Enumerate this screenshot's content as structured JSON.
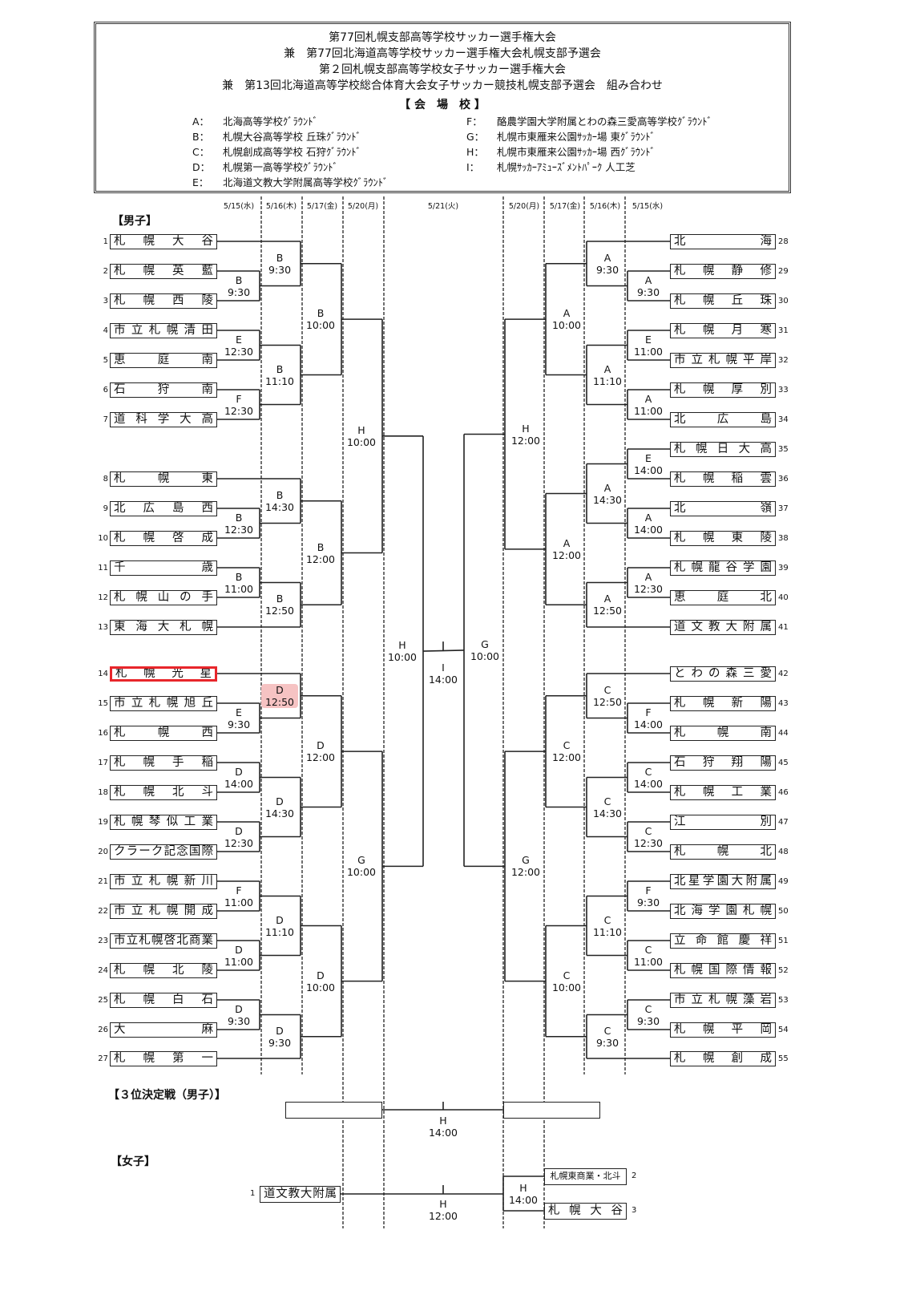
{
  "header": {
    "lines": [
      "第77回札幌支部高等学校サッカー選手権大会",
      "兼　第77回北海道高等学校サッカー選手権大会札幌支部予選会",
      "第２回札幌支部高等学校女子サッカー選手権大会",
      "兼　第13回北海道高等学校総合体育大会女子サッカー競技札幌支部予選会　組み合わせ"
    ],
    "venues_title": "【 会　場　校 】",
    "venues": [
      {
        "key": "A：",
        "name": "北海高等学校ｸﾞﾗｳﾝﾄﾞ"
      },
      {
        "key": "B：",
        "name": "札幌大谷高等学校 丘珠ｸﾞﾗｳﾝﾄﾞ"
      },
      {
        "key": "C：",
        "name": "札幌創成高等学校 石狩ｸﾞﾗｳﾝﾄﾞ"
      },
      {
        "key": "D：",
        "name": "札幌第一高等学校ｸﾞﾗｳﾝﾄﾞ"
      },
      {
        "key": "E：",
        "name": "北海道文教大学附属高等学校ｸﾞﾗｳﾝﾄﾞ"
      },
      {
        "key": "F：",
        "name": "酪農学園大学附属とわの森三愛高等学校ｸﾞﾗｳﾝﾄﾞ"
      },
      {
        "key": "G：",
        "name": "札幌市東雁来公園ｻｯｶｰ場 東ｸﾞﾗｳﾝﾄﾞ"
      },
      {
        "key": "H：",
        "name": "札幌市東雁来公園ｻｯｶｰ場 西ｸﾞﾗｳﾝﾄﾞ"
      },
      {
        "key": "I：",
        "name": "札幌ｻｯｶｰｱﾐｭｰｽﾞﾒﾝﾄﾊﾟｰｸ 人工芝"
      }
    ]
  },
  "dates": {
    "left": [
      "5/15(水)",
      "5/16(木)",
      "5/17(金)",
      "5/20(月)"
    ],
    "center": "5/21(火)",
    "right": [
      "5/20(月)",
      "5/17(金)",
      "5/16(木)",
      "5/15(水)"
    ]
  },
  "sections": {
    "boys": "【男子】",
    "third": "【３位決定戦（男子）】",
    "girls": "【女子】"
  },
  "colors": {
    "highlight_border": "#e8262b",
    "highlight_fill": "#f6c3c3"
  },
  "highlight": {
    "team": 14,
    "match_label": "D 12:50"
  },
  "teams_left": [
    {
      "no": "1",
      "name": "札幌大谷"
    },
    {
      "no": "2",
      "name": "札幌英藍"
    },
    {
      "no": "3",
      "name": "札幌西陵"
    },
    {
      "no": "4",
      "name": "市立札幌清田"
    },
    {
      "no": "5",
      "name": "恵庭南"
    },
    {
      "no": "6",
      "name": "石狩南"
    },
    {
      "no": "7",
      "name": "道科学大高"
    },
    {
      "no": "8",
      "name": "札幌東"
    },
    {
      "no": "9",
      "name": "北広島西"
    },
    {
      "no": "10",
      "name": "札幌啓成"
    },
    {
      "no": "11",
      "name": "千歳"
    },
    {
      "no": "12",
      "name": "札幌山の手"
    },
    {
      "no": "13",
      "name": "東海大札幌"
    },
    {
      "no": "14",
      "name": "札幌光星"
    },
    {
      "no": "15",
      "name": "市立札幌旭丘"
    },
    {
      "no": "16",
      "name": "札幌西"
    },
    {
      "no": "17",
      "name": "札幌手稲"
    },
    {
      "no": "18",
      "name": "札幌北斗"
    },
    {
      "no": "19",
      "name": "札幌琴似工業"
    },
    {
      "no": "20",
      "name": "クラーク記念国際"
    },
    {
      "no": "21",
      "name": "市立札幌新川"
    },
    {
      "no": "22",
      "name": "市立札幌開成"
    },
    {
      "no": "23",
      "name": "市立札幌啓北商業"
    },
    {
      "no": "24",
      "name": "札幌北陵"
    },
    {
      "no": "25",
      "name": "札幌白石"
    },
    {
      "no": "26",
      "name": "大麻"
    },
    {
      "no": "27",
      "name": "札幌第一"
    }
  ],
  "teams_right": [
    {
      "no": "28",
      "name": "北海"
    },
    {
      "no": "29",
      "name": "札幌静修"
    },
    {
      "no": "30",
      "name": "札幌丘珠"
    },
    {
      "no": "31",
      "name": "札幌月寒"
    },
    {
      "no": "32",
      "name": "市立札幌平岸"
    },
    {
      "no": "33",
      "name": "札幌厚別"
    },
    {
      "no": "34",
      "name": "北広島"
    },
    {
      "no": "35",
      "name": "札幌日大高"
    },
    {
      "no": "36",
      "name": "札幌稲雲"
    },
    {
      "no": "37",
      "name": "北嶺"
    },
    {
      "no": "38",
      "name": "札幌東陵"
    },
    {
      "no": "39",
      "name": "札幌龍谷学園"
    },
    {
      "no": "40",
      "name": "恵庭北"
    },
    {
      "no": "41",
      "name": "道文教大附属"
    },
    {
      "no": "42",
      "name": "とわの森三愛"
    },
    {
      "no": "43",
      "name": "札幌新陽"
    },
    {
      "no": "44",
      "name": "札幌南"
    },
    {
      "no": "45",
      "name": "石狩翔陽"
    },
    {
      "no": "46",
      "name": "札幌工業"
    },
    {
      "no": "47",
      "name": "江別"
    },
    {
      "no": "48",
      "name": "札幌北"
    },
    {
      "no": "49",
      "name": "北星学園大附属"
    },
    {
      "no": "50",
      "name": "北海学園札幌"
    },
    {
      "no": "51",
      "name": "立命館慶祥"
    },
    {
      "no": "52",
      "name": "札幌国際情報"
    },
    {
      "no": "53",
      "name": "市立札幌藻岩"
    },
    {
      "no": "54",
      "name": "札幌平岡"
    },
    {
      "no": "55",
      "name": "札幌創成"
    }
  ],
  "bracket_left": {
    "v": "H",
    "t": "10:00",
    "a": {
      "v": "H",
      "t": "10:00",
      "a": {
        "v": "B",
        "t": "10:00",
        "a": {
          "v": "B",
          "t": "9:30",
          "a": 0,
          "b": {
            "v": "B",
            "t": "9:30",
            "a": 1,
            "b": 2
          }
        },
        "b": {
          "v": "B",
          "t": "11:10",
          "a": {
            "v": "E",
            "t": "12:30",
            "a": 3,
            "b": 4
          },
          "b": {
            "v": "F",
            "t": "12:30",
            "a": 5,
            "b": 6
          }
        }
      },
      "b": {
        "v": "B",
        "t": "12:00",
        "a": {
          "v": "B",
          "t": "14:30",
          "a": 7,
          "b": {
            "v": "B",
            "t": "12:30",
            "a": 8,
            "b": 9
          }
        },
        "b": {
          "v": "B",
          "t": "12:50",
          "a": {
            "v": "B",
            "t": "11:00",
            "a": 10,
            "b": 11
          },
          "b": 12
        }
      }
    },
    "b": {
      "v": "G",
      "t": "10:00",
      "a": {
        "v": "D",
        "t": "12:00",
        "a": {
          "v": "D",
          "t": "12:50",
          "a": 13,
          "b": {
            "v": "E",
            "t": "9:30",
            "a": 14,
            "b": 15
          }
        },
        "b": {
          "v": "D",
          "t": "14:30",
          "a": {
            "v": "D",
            "t": "14:00",
            "a": 16,
            "b": 17
          },
          "b": {
            "v": "D",
            "t": "12:30",
            "a": 18,
            "b": 19
          }
        }
      },
      "b": {
        "v": "D",
        "t": "10:00",
        "a": {
          "v": "D",
          "t": "11:10",
          "a": {
            "v": "F",
            "t": "11:00",
            "a": 20,
            "b": 21
          },
          "b": {
            "v": "D",
            "t": "11:00",
            "a": 22,
            "b": 23
          }
        },
        "b": {
          "v": "D",
          "t": "9:30",
          "a": {
            "v": "D",
            "t": "9:30",
            "a": 24,
            "b": 25
          },
          "b": 26
        }
      }
    }
  },
  "bracket_right": {
    "v": "G",
    "t": "10:00",
    "a": {
      "v": "H",
      "t": "12:00",
      "a": {
        "v": "A",
        "t": "10:00",
        "a": {
          "v": "A",
          "t": "9:30",
          "a": 0,
          "b": {
            "v": "A",
            "t": "9:30",
            "a": 1,
            "b": 2
          }
        },
        "b": {
          "v": "A",
          "t": "11:10",
          "a": {
            "v": "E",
            "t": "11:00",
            "a": 3,
            "b": 4
          },
          "b": {
            "v": "A",
            "t": "11:00",
            "a": 5,
            "b": 6
          }
        }
      },
      "b": {
        "v": "A",
        "t": "12:00",
        "a": {
          "v": "A",
          "t": "14:30",
          "a": {
            "v": "E",
            "t": "14:00",
            "a": 7,
            "b": 8
          },
          "b": {
            "v": "A",
            "t": "14:00",
            "a": 9,
            "b": 10
          }
        },
        "b": {
          "v": "A",
          "t": "12:50",
          "a": {
            "v": "A",
            "t": "12:30",
            "a": 11,
            "b": 12
          },
          "b": 13
        }
      }
    },
    "b": {
      "v": "G",
      "t": "12:00",
      "a": {
        "v": "C",
        "t": "12:00",
        "a": {
          "v": "C",
          "t": "12:50",
          "a": 14,
          "b": {
            "v": "F",
            "t": "14:00",
            "a": 15,
            "b": 16
          }
        },
        "b": {
          "v": "C",
          "t": "14:30",
          "a": {
            "v": "C",
            "t": "14:00",
            "a": 17,
            "b": 18
          },
          "b": {
            "v": "C",
            "t": "12:30",
            "a": 19,
            "b": 20
          }
        }
      },
      "b": {
        "v": "C",
        "t": "10:00",
        "a": {
          "v": "C",
          "t": "11:10",
          "a": {
            "v": "F",
            "t": "9:30",
            "a": 21,
            "b": 22
          },
          "b": {
            "v": "C",
            "t": "11:00",
            "a": 23,
            "b": 24
          }
        },
        "b": {
          "v": "C",
          "t": "9:30",
          "a": {
            "v": "C",
            "t": "9:30",
            "a": 25,
            "b": 26
          },
          "b": 27
        }
      }
    }
  },
  "final": {
    "v": "I",
    "t": "14:00"
  },
  "third_place": {
    "v": "H",
    "t": "14:00"
  },
  "girls": {
    "teams": [
      {
        "no": "1",
        "name": "道文教大附属"
      },
      {
        "no": "2",
        "name": "札幌東商業・北斗"
      },
      {
        "no": "3",
        "name": "札幌大谷"
      }
    ],
    "semi": {
      "v": "H",
      "t": "14:00"
    },
    "final": {
      "v": "H",
      "t": "12:00"
    }
  }
}
